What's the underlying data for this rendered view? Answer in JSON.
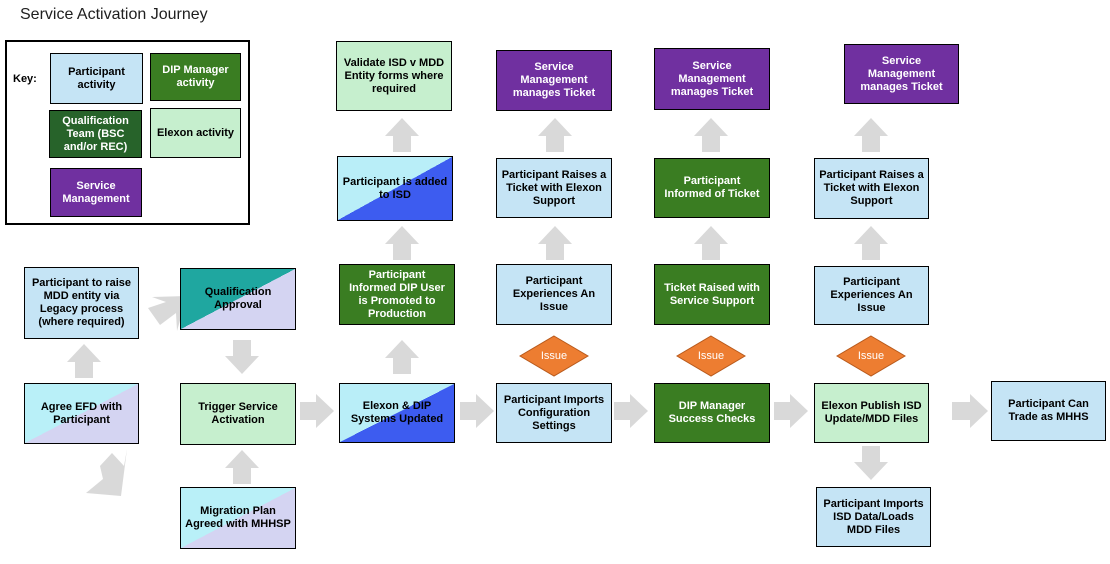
{
  "title": "Service Activation Journey",
  "key": {
    "label": "Key:",
    "participant": "Participant activity",
    "dip_manager": "DIP Manager activity",
    "qualification": "Qualification Team (BSC and/or REC)",
    "elexon": "Elexon activity",
    "service_management": "Service Management"
  },
  "nodes": {
    "agree_efd": "Agree EFD with Participant",
    "raise_mdd": "Participant to raise MDD entity via Legacy process (where required)",
    "qualification_approval": "Qualification Approval",
    "trigger_activation": "Trigger Service Activation",
    "migration_plan": "Migration Plan Agreed with MHHSP",
    "systems_updated": "Elexon & DIP Systems Updated",
    "informed_dip_user": "Participant Informed DIP User is Promoted to Production",
    "added_to_isd": "Participant is added to ISD",
    "validate_isd": "Validate ISD v MDD Entity forms where required",
    "imports_config": "Participant Imports Configuration Settings",
    "experiences_issue_1": "Participant Experiences An Issue",
    "raises_ticket_1": "Participant Raises a Ticket with Elexon Support",
    "sm_ticket_1": "Service Management manages Ticket",
    "success_checks": "DIP Manager Success Checks",
    "ticket_service_support": "Ticket Raised with Service Support",
    "informed_ticket": "Participant Informed of Ticket",
    "sm_ticket_2": "Service Management manages Ticket",
    "publish_isd": "Elexon Publish ISD Update/MDD Files",
    "experiences_issue_2": "Participant Experiences An Issue",
    "raises_ticket_2": "Participant Raises a Ticket with Elexon Support",
    "sm_ticket_3": "Service Management manages Ticket",
    "imports_isd": "Participant Imports ISD Data/Loads MDD Files",
    "trade_mhhs": "Participant Can Trade as MHHS"
  },
  "issues": {
    "issue_1": "Issue",
    "issue_2": "Issue",
    "issue_3": "Issue"
  },
  "colors": {
    "participant": "#c5e4f5",
    "dip_manager": "#3a7d22",
    "qualification": "#27632a",
    "elexon": "#c6efce",
    "service_management": "#7030a0",
    "issue": "#ed7d31",
    "arrow": "#d9d9d9"
  }
}
